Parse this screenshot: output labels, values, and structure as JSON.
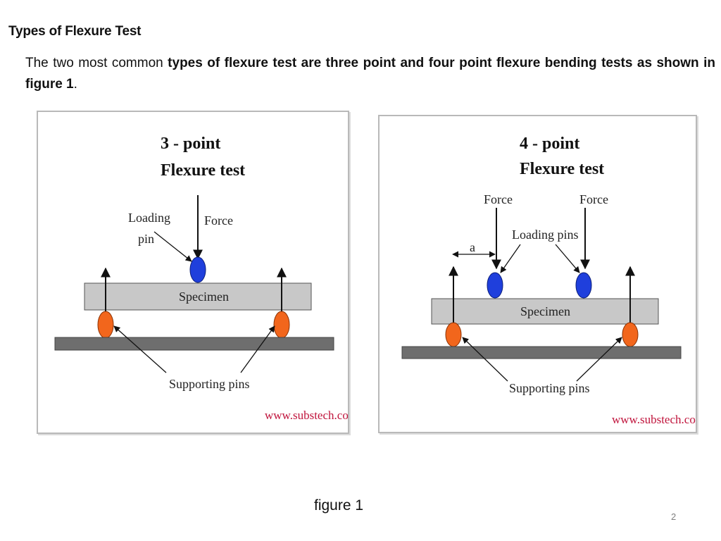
{
  "slide": {
    "title": "Types of Flexure Test",
    "paragraph": {
      "lead": "The two most common ",
      "bold": "types of flexure test are three point and four point flexure bending tests as shown in figure 1",
      "tail": "."
    },
    "caption": "figure 1",
    "page_number": "2"
  },
  "figures": {
    "three_point": {
      "title_line1": "3 - point",
      "title_line2": "Flexure test",
      "loading_label_line1": "Loading",
      "loading_label_line2": "pin",
      "force_label": "Force",
      "specimen_label": "Specimen",
      "supports_label": "Supporting pins",
      "source": "www.substech.com"
    },
    "four_point": {
      "title_line1": "4 - point",
      "title_line2": "Flexure test",
      "force_left": "Force",
      "force_right": "Force",
      "loading_label": "Loading pins",
      "distance_label": "a",
      "specimen_label": "Specimen",
      "supports_label": "Supporting pins",
      "source": "www.substech.com"
    }
  },
  "colors": {
    "loading_pin": "#1f3fdc",
    "support_pin": "#f2661c",
    "specimen": "#c8c8c8",
    "base": "#6e6e6e",
    "source_text": "#c0143c"
  }
}
